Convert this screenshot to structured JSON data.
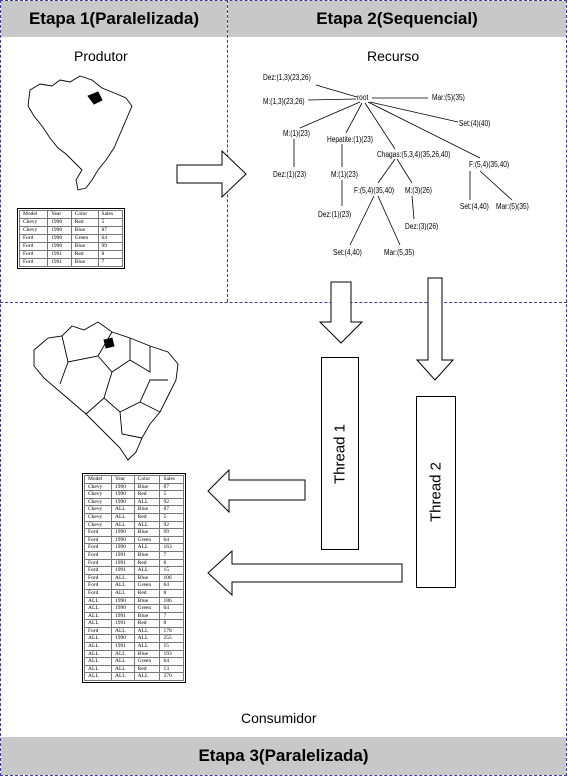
{
  "stages": {
    "stage1": "Etapa 1(Paralelizada)",
    "stage2": "Etapa 2(Sequencial)",
    "stage3": "Etapa 3(Paralelizada)"
  },
  "labels": {
    "producer": "Produtor",
    "resource": "Recurso",
    "consumer": "Consumidor",
    "thread1": "Thread 1",
    "thread2": "Thread 2"
  },
  "tree": {
    "root": "root",
    "nodes": {
      "dez_top": "Dez:(1,3)(23,26)",
      "m_top": "M:(1,3)(23,26)",
      "mar_top": "Mar:(5)(35)",
      "set_top": "Set:(4)(40)",
      "m1": "M:(1)(23)",
      "hepatite": "Hepatite:(1)(23)",
      "chagas": "Chagas:(5,3,4)(35,26,40)",
      "f_right": "F:(5,4)(35,40)",
      "dez1": "Dez:(1)(23)",
      "m1b": "M:(1)(23)",
      "f_mid": "F:(5,4)(35,40)",
      "m3": "M:(3)(26)",
      "set_right": "Set:(4,40)",
      "mar_right": "Mar:(5)(35)",
      "dez1b": "Dez:(1)(23)",
      "dez3": "Dez:(3)(26)",
      "set_mid": "Set:(4,40)",
      "mar_mid": "Mar:(5,35)"
    }
  },
  "producer_table": {
    "headers": [
      "Model",
      "Year",
      "Color",
      "Sales"
    ],
    "rows": [
      [
        "Chevy",
        "1990",
        "Red",
        "5"
      ],
      [
        "Chevy",
        "1990",
        "Blue",
        "87"
      ],
      [
        "Ford",
        "1990",
        "Green",
        "64"
      ],
      [
        "Ford",
        "1990",
        "Blue",
        "99"
      ],
      [
        "Ford",
        "1991",
        "Red",
        "8"
      ],
      [
        "Ford",
        "1991",
        "Blue",
        "7"
      ]
    ]
  },
  "consumer_table": {
    "headers": [
      "Model",
      "Year",
      "Color",
      "Sales"
    ],
    "rows": [
      [
        "Chevy",
        "1990",
        "Blue",
        "87"
      ],
      [
        "Chevy",
        "1990",
        "Red",
        "5"
      ],
      [
        "Chevy",
        "1990",
        "ALL",
        "92"
      ],
      [
        "Chevy",
        "ALL",
        "Blue",
        "87"
      ],
      [
        "Chevy",
        "ALL",
        "Red",
        "5"
      ],
      [
        "Chevy",
        "ALL",
        "ALL",
        "92"
      ],
      [
        "Ford",
        "1990",
        "Blue",
        "99"
      ],
      [
        "Ford",
        "1990",
        "Green",
        "64"
      ],
      [
        "Ford",
        "1990",
        "ALL",
        "163"
      ],
      [
        "Ford",
        "1991",
        "Blue",
        "7"
      ],
      [
        "Ford",
        "1991",
        "Red",
        "8"
      ],
      [
        "Ford",
        "1991",
        "ALL",
        "15"
      ],
      [
        "Ford",
        "ALL",
        "Blue",
        "106"
      ],
      [
        "Ford",
        "ALL",
        "Green",
        "64"
      ],
      [
        "Ford",
        "ALL",
        "Red",
        "8"
      ],
      [
        "ALL",
        "1990",
        "Blue",
        "186"
      ],
      [
        "ALL",
        "1990",
        "Green",
        "64"
      ],
      [
        "ALL",
        "1991",
        "Blue",
        "7"
      ],
      [
        "ALL",
        "1991",
        "Red",
        "8"
      ],
      [
        "Ford",
        "ALL",
        "ALL",
        "178"
      ],
      [
        "ALL",
        "1990",
        "ALL",
        "255"
      ],
      [
        "ALL",
        "1991",
        "ALL",
        "15"
      ],
      [
        "ALL",
        "ALL",
        "Blue",
        "193"
      ],
      [
        "ALL",
        "ALL",
        "Green",
        "64"
      ],
      [
        "ALL",
        "ALL",
        "Red",
        "13"
      ],
      [
        "ALL",
        "ALL",
        "ALL",
        "270"
      ]
    ]
  },
  "colors": {
    "band": "#c8c8c8",
    "dashed_border": "#3a3aa8"
  }
}
